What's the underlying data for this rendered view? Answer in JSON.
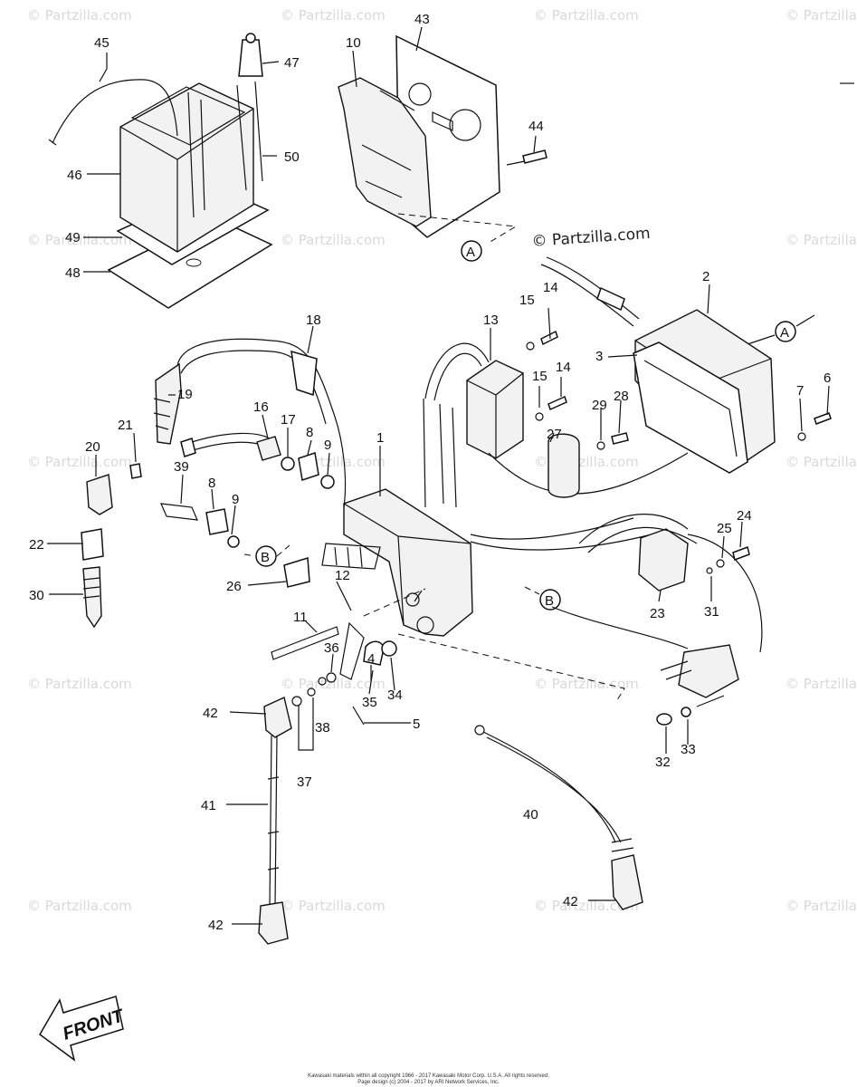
{
  "watermark": {
    "small": "© Partzilla.com",
    "large": "© Partzilla.com"
  },
  "front_arrow": "FRONT",
  "ref_marks": {
    "a": "A",
    "b": "B"
  },
  "labels": {
    "p1": "1",
    "p2": "2",
    "p3": "3",
    "p4": "4",
    "p5": "5",
    "p6": "6",
    "p7": "7",
    "p8a": "8",
    "p8b": "8",
    "p9a": "9",
    "p9b": "9",
    "p10": "10",
    "p11": "11",
    "p12": "12",
    "p13": "13",
    "p14a": "14",
    "p14b": "14",
    "p15a": "15",
    "p15b": "15",
    "p16": "16",
    "p17": "17",
    "p18": "18",
    "p19": "19",
    "p20": "20",
    "p21": "21",
    "p22": "22",
    "p23": "23",
    "p24": "24",
    "p25": "25",
    "p26": "26",
    "p27": "27",
    "p28": "28",
    "p29": "29",
    "p30": "30",
    "p31": "31",
    "p32": "32",
    "p33": "33",
    "p34": "34",
    "p35": "35",
    "p36": "36",
    "p37": "37",
    "p38": "38",
    "p39": "39",
    "p40": "40",
    "p41": "41",
    "p42a": "42",
    "p42b": "42",
    "p42c": "42",
    "p43": "43",
    "p44": "44",
    "p45": "45",
    "p46": "46",
    "p47": "47",
    "p48": "48",
    "p49": "49",
    "p50": "50"
  },
  "copyright": {
    "line1": "Kawasaki materials within all copyright 1966 - 2017 Kawasaki Motor Corp. U.S.A. All rights reserved.",
    "line2": "Page design (c) 2004 - 2017 by ARI Network Services, Inc."
  }
}
